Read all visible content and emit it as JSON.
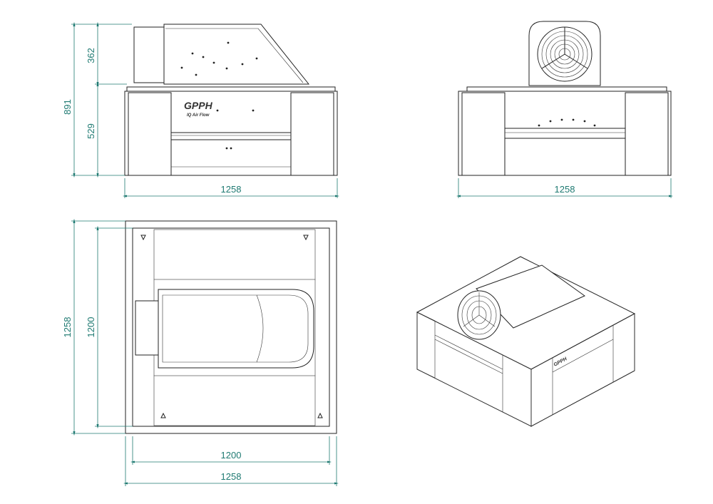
{
  "brand": {
    "logo_text": "GPPH",
    "tagline": "IQ Air Flow"
  },
  "dimensions": {
    "front_total_height": "891",
    "front_fan_height": "362",
    "front_base_height": "529",
    "front_width": "1258",
    "side_width": "1258",
    "top_outer_height": "1258",
    "top_inner_height": "1200",
    "top_inner_width": "1200",
    "top_outer_width": "1258"
  },
  "colors": {
    "dimension": "#1f7a72",
    "line": "#222222"
  }
}
